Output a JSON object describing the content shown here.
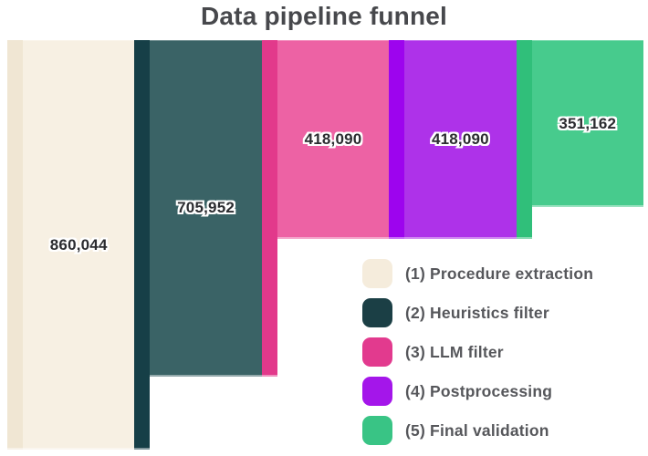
{
  "title": "Data pipeline funnel",
  "chart_data": {
    "type": "funnel",
    "title": "Data pipeline funnel",
    "orientation": "vertical-bars-top-aligned",
    "max_value": 860044,
    "value_label_color": "#2b2c30",
    "value_label_halo": "#ffffff",
    "title_color": "#47484c",
    "legend_position": "bottom-right",
    "stages": [
      {
        "label": "(1) Procedure extraction",
        "value": 860044,
        "value_label": "860,044",
        "edge_color": "#f0e6d3",
        "fill_color": "#f7f0e3",
        "legend_color": "#f5ecdc"
      },
      {
        "label": "(2) Heuristics filter",
        "value": 705952,
        "value_label": "705,952",
        "edge_color": "#163f47",
        "fill_color": "#3a6366",
        "legend_color": "#1b3f45"
      },
      {
        "label": "(3) LLM filter",
        "value": 418090,
        "value_label": "418,090",
        "edge_color": "#e2398b",
        "fill_color": "#ed62a4",
        "legend_color": "#e23a8e"
      },
      {
        "label": "(4) Postprocessing",
        "value": 418090,
        "value_label": "418,090",
        "edge_color": "#9d04ee",
        "fill_color": "#ae32e9",
        "legend_color": "#a416ea"
      },
      {
        "label": "(5) Final validation",
        "value": 351162,
        "value_label": "351,162",
        "edge_color": "#30bf7a",
        "fill_color": "#47cb8d",
        "legend_color": "#39c485"
      }
    ]
  }
}
